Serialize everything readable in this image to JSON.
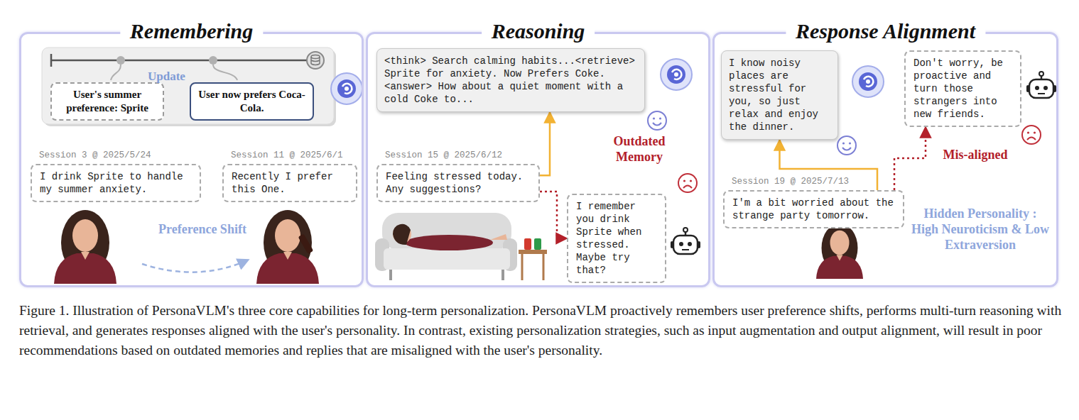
{
  "diagram": {
    "caption": "Figure 1. Illustration of PersonaVLM's three core capabilities for long-term personalization. PersonaVLM proactively remembers user preference shifts, performs multi-turn reasoning with retrieval, and generates responses aligned with the user's personality. In contrast, existing personalization strategies, such as input augmentation and output alignment, will result in poor recommendations based on outdated memories and replies that are misaligned with the user's personality.",
    "nodes": [
      {
        "text": [
          "Remembering"
        ]
      },
      {
        "text": [
          "Update"
        ],
        "in": 0
      },
      {
        "text": [
          "User's summer preference: Sprite"
        ],
        "in": 1
      },
      {
        "text": [
          "User now prefers Coca-Cola."
        ],
        "in": 1
      },
      {
        "text": [
          "Session 3 @ 2025/5/24",
          "I drink Sprite to handle my summer anxiety."
        ],
        "in": 0
      },
      {
        "text": [
          "Session 11 @ 2025/6/1",
          "Recently I prefer this One."
        ],
        "in": 0
      },
      {
        "text": [
          "Reasoning"
        ]
      },
      {
        "text": [
          "<think> Search calming habits...<retrieve> Sprite for anxiety. Now Prefers Coke. <answer> How about a quiet moment with a cold Coke to..."
        ],
        "in": 6
      },
      {
        "text": [
          "Session 15 @ 2025/6/12",
          "Feeling stressed today. Any suggestions?"
        ],
        "in": 6
      },
      {
        "text": [
          "I remember you drink Sprite when stressed. Maybe try that?"
        ],
        "in": 6
      },
      {
        "text": [
          "Response Alignment"
        ]
      },
      {
        "text": [
          "I know noisy places are stressful for you, so just relax and enjoy the dinner."
        ],
        "in": 10
      },
      {
        "text": [
          "Don't worry, be proactive and turn those strangers into new friends."
        ],
        "in": 10
      },
      {
        "text": [
          "Session 19 @ 2025/7/13",
          "I'm a bit worried about the strange party tomorrow."
        ],
        "in": 10
      }
    ],
    "edges": [
      {
        "from": 8,
        "to": 7,
        "arrow": "to"
      },
      {
        "from": 8,
        "to": 9,
        "arrow": "to"
      },
      {
        "from": 13,
        "to": 11,
        "arrow": "to"
      },
      {
        "from": 13,
        "to": 12,
        "arrow": "to"
      }
    ],
    "labels": [
      "Preference Shift",
      "Outdated Memory",
      "Mis-aligned",
      "Hidden Personality : High Neuroticism & Low Extraversion"
    ]
  }
}
